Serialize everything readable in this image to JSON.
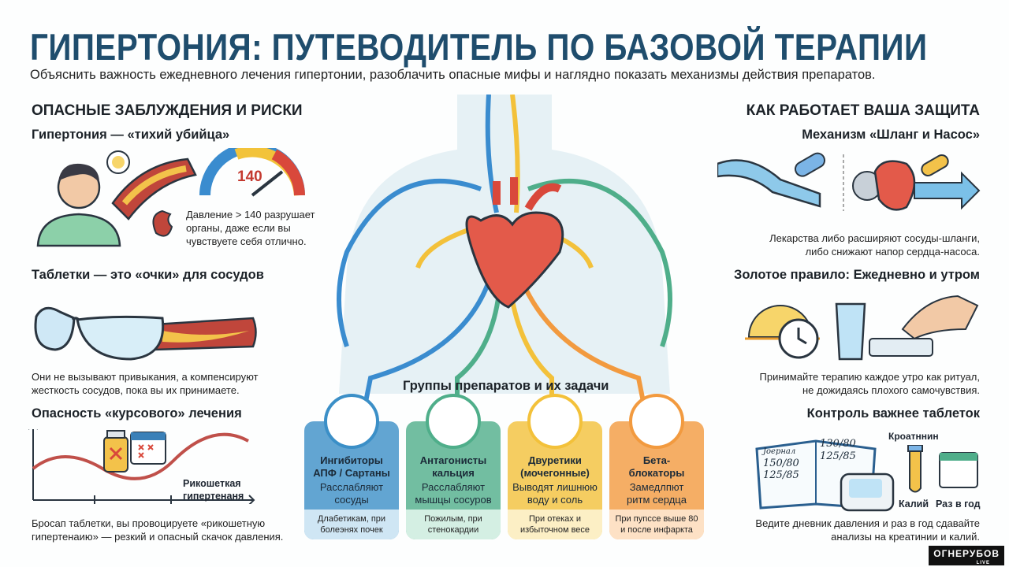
{
  "title": "ГИПЕРТОНИЯ: ПУТЕВОДИТЕЛЬ ПО БАЗОВОЙ ТЕРАПИИ",
  "subtitle": "Объяснить важность ежедневного лечения гипертонии, разоблачить опасные мифы и наглядно показать механизмы действия препаратов.",
  "left": {
    "header": "ОПАСНЫЕ ЗАБЛУЖДЕНИЯ И РИСКИ",
    "s1": {
      "title": "Гипертония — «тихий убийца»",
      "gauge_value": "140",
      "text": [
        "Давление > 140 разрушает",
        "органы, даже если вы",
        "чувствуете себя отлично."
      ]
    },
    "s2": {
      "title": "Таблетки — это «очки» для сосудов",
      "text": [
        "Они не вызывают привыкания, а компенсируют",
        "жесткость сосудов, пока вы их принимаете."
      ]
    },
    "s3": {
      "title": "Опасность «курсового» лечения",
      "chart_label": [
        "Рикошеткая",
        "гипертенаня"
      ],
      "text": [
        "Бросап таблетки, вы провоцируете «рикошетную",
        "гипертенаию» — резкий и опасный скачок давления."
      ]
    }
  },
  "right": {
    "header": "КАК РАБОТАЕТ ВАША ЗАЩИТА",
    "s1": {
      "title": "Механизм «Шланг и Насос»",
      "text": [
        "Лекарства либо расширяют сосуды-шланги,",
        "либо снижают напор сердца-насоса."
      ]
    },
    "s2": {
      "title": "Золотое правило: Ежедневно и утром",
      "text": [
        "Принимайте терапию каждое утро как ритуал,",
        "не дожидаясь плохого самочувствия."
      ]
    },
    "s3": {
      "title": "Контроль важнее таблеток",
      "journal": [
        "Joeрнал",
        "150/80",
        "125/85"
      ],
      "journal_right": [
        "130/80",
        "125/85"
      ],
      "label_creat": "Кроатннин",
      "label_kal": "Калий",
      "label_year": "Раз в год",
      "text": [
        "Ведите дневник давления и раз в год сдавайте",
        "анализы на креатинии и калий."
      ]
    }
  },
  "groups": {
    "title": "Группы препаратов и их задачи",
    "cards": [
      {
        "name": [
          "Ингибиторы",
          "АПФ / Сартаны"
        ],
        "action": [
          "Расслабляют",
          "сосуды"
        ],
        "note": [
          "Длабетикам, при",
          "болеэнях почек"
        ],
        "color": "#3b8fc7",
        "light": "#cfe6f4"
      },
      {
        "name": [
          "Антагонисты",
          "кальция"
        ],
        "action": [
          "Расслабляют",
          "мышцы сосуров"
        ],
        "note": [
          "Пожилым, при",
          "стенокардии"
        ],
        "color": "#4fae8a",
        "light": "#d4efe3"
      },
      {
        "name": [
          "Двуретики",
          "(мочегонные)"
        ],
        "action": [
          "Выводят лишнюю",
          "воду и соль"
        ],
        "note": [
          "При отеках и",
          "избыточном весе"
        ],
        "color": "#f3c13a",
        "light": "#fcefc5"
      },
      {
        "name": [
          "Бета-",
          "блокаторы"
        ],
        "action": [
          "Замедлпют",
          "ритм сердца"
        ],
        "note": [
          "При пуnсcе выше 80",
          "и после инфаркта"
        ],
        "color": "#f29a3f",
        "light": "#fde1c5"
      }
    ]
  },
  "logo": {
    "main": "ОГНЕРУБОВ",
    "sub": "LIVE"
  }
}
